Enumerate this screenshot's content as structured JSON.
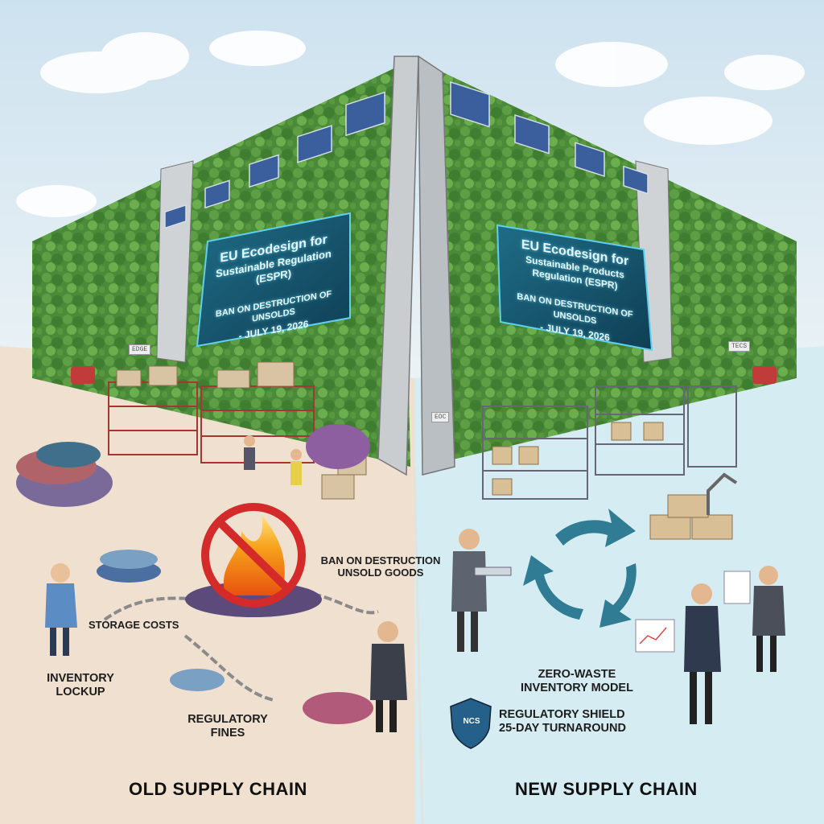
{
  "left_panel": {
    "billboard": {
      "title_line1": "EU Ecodesign for",
      "title_line2": "Sustainable Regulation (ESPR)",
      "ban_text": "BAN ON DESTRUCTION OF UNSOLDS",
      "date": "- JULY 19, 2026"
    },
    "labels": {
      "storage_costs": "STORAGE COSTS",
      "inventory_lockup_1": "INVENTORY",
      "inventory_lockup_2": "LOCKUP",
      "regulatory_fines_1": "REGULATORY",
      "regulatory_fines_2": "FINES",
      "ban_destruction_1": "BAN ON DESTRUCTION",
      "ban_destruction_2": "UNSOLD GOODS"
    },
    "title": "OLD SUPPLY CHAIN"
  },
  "right_panel": {
    "billboard": {
      "title_line1": "EU Ecodesign for",
      "title_line2": "Sustainable Products Regulation (ESPR)",
      "ban_text": "BAN ON DESTRUCTION OF UNSOLDS",
      "date": "- JULY 19, 2026"
    },
    "labels": {
      "zero_waste_1": "ZERO-WASTE",
      "zero_waste_2": "INVENTORY MODEL",
      "shield_badge": "NCS",
      "shield_1": "REGULATORY SHIELD",
      "shield_2": "25-DAY TURNAROUND"
    },
    "title": "NEW SUPPLY CHAIN"
  },
  "tags": {
    "left_wall": "EDGE",
    "center": "EOC",
    "right_wall": "TECS"
  },
  "colors": {
    "sky": "#cfe3ef",
    "foliage": "#4f8f3c",
    "foliage_light": "#7bb85c",
    "billboard": "#16506a",
    "ground_old": "#efe0cf",
    "ground_new": "#d5ecf2",
    "cycle_arrow": "#2f7c94",
    "ban_red": "#d42a2a",
    "shield": "#24608a"
  }
}
